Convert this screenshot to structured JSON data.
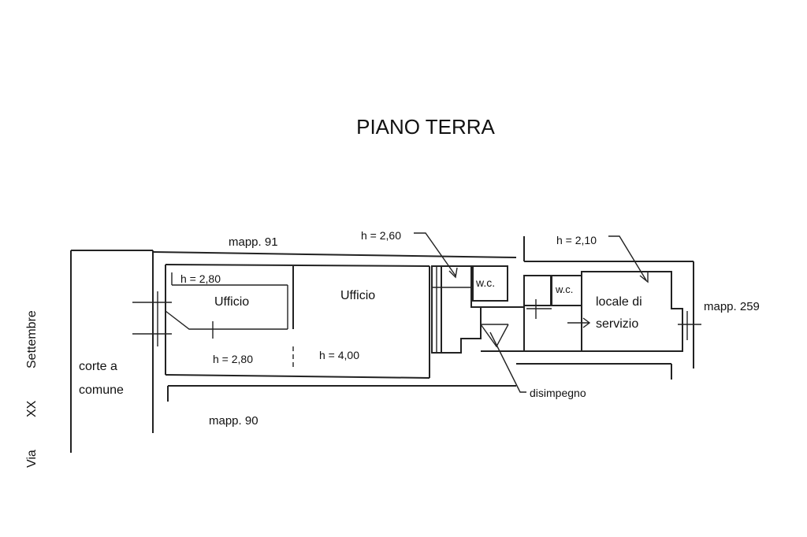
{
  "title": "PIANO TERRA",
  "street": {
    "via": "Via",
    "xx": "XX",
    "settembre": "Settembre"
  },
  "parcels": {
    "north": "mapp. 91",
    "south": "mapp. 90",
    "east": "mapp. 259"
  },
  "courtyard": {
    "line1": "corte a",
    "line2": "comune"
  },
  "rooms": {
    "office1": {
      "label": "Ufficio",
      "height": "h = 2,80"
    },
    "office1_lower": {
      "height": "h = 2,80"
    },
    "office2": {
      "label": "Ufficio",
      "height": "h = 4,00"
    },
    "wc1": {
      "label": "w.c."
    },
    "wc2": {
      "label": "w.c."
    },
    "service": {
      "line1": "locale di",
      "line2": "servizio"
    },
    "hallway": {
      "label": "disimpegno"
    }
  },
  "heights": {
    "wc_area": "h = 2,60",
    "service_area": "h = 2,10"
  }
}
